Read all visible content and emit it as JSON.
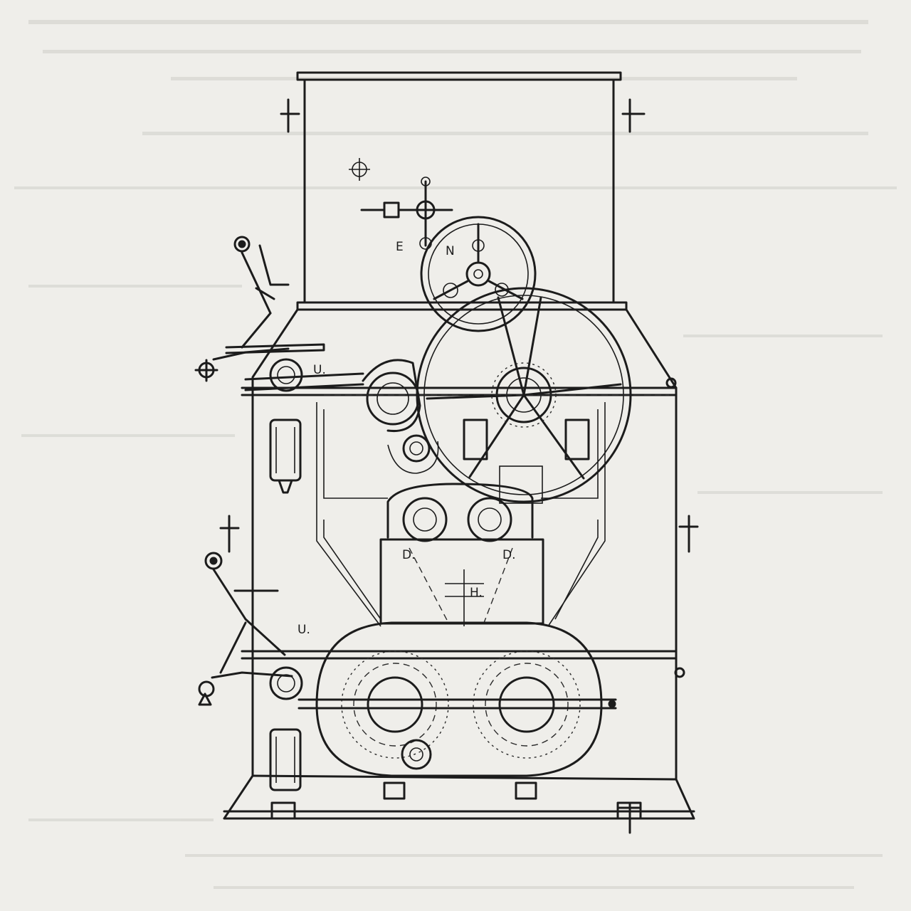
{
  "labels": {
    "E": "E",
    "N": "N",
    "U_upper": "U.",
    "U_lower": "U.",
    "D_left": "D.",
    "D_right": "D.",
    "H": "H."
  },
  "colors": {
    "paper": "#efeeea",
    "ink": "#1c1c1c",
    "bleed_through": "#bdbcb6"
  }
}
